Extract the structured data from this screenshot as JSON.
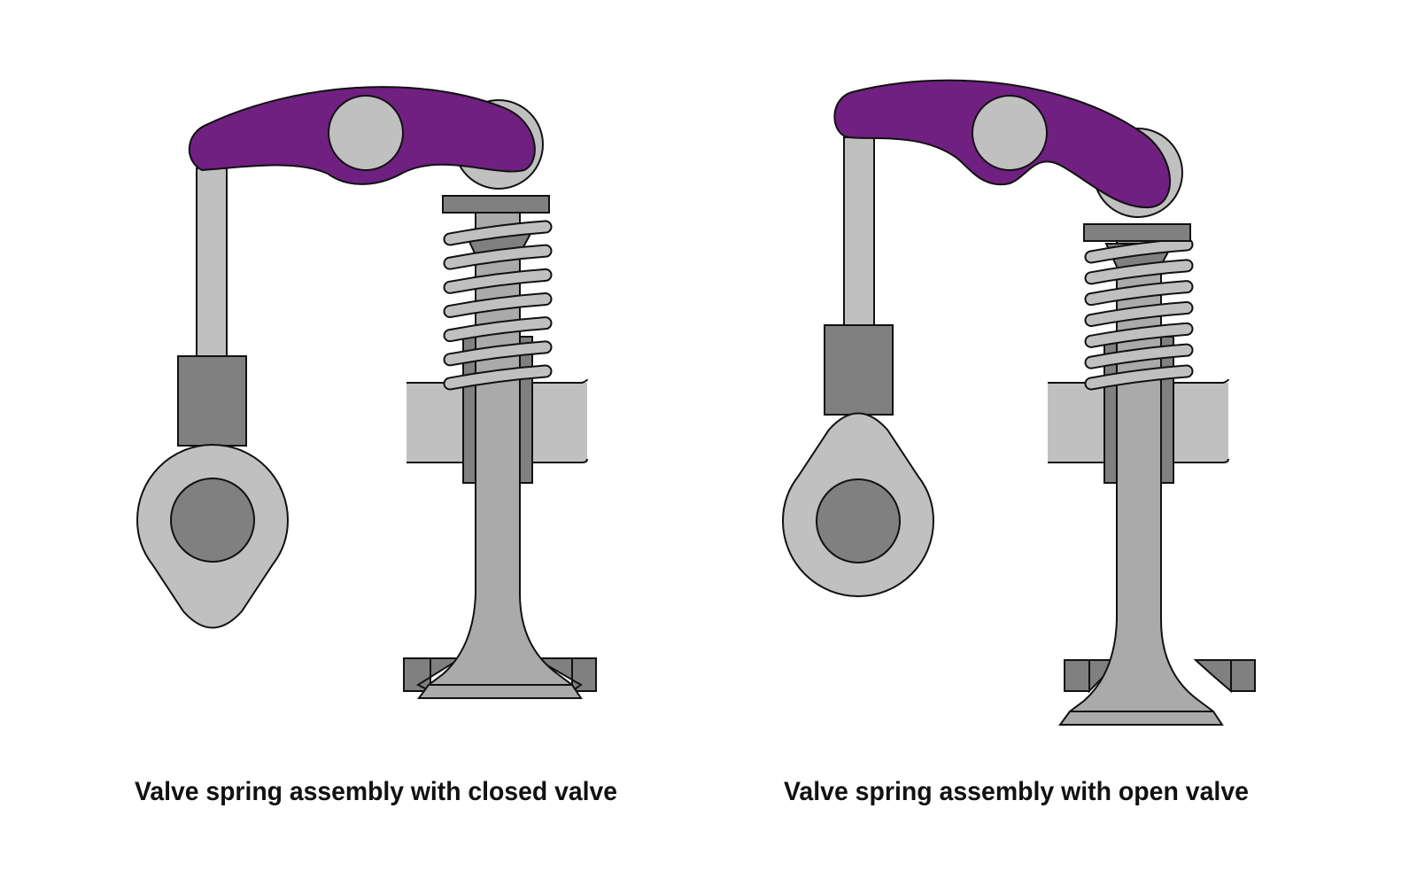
{
  "diagram": {
    "colors": {
      "rocker": "#6f2080",
      "light_gray": "#c0c0c0",
      "mid_gray": "#aaaaaa",
      "dark_gray": "#808080",
      "outline": "#111111"
    },
    "panels": [
      {
        "state": "closed",
        "caption": "Valve spring assembly with closed valve"
      },
      {
        "state": "open",
        "caption": "Valve spring assembly with open valve"
      }
    ]
  }
}
